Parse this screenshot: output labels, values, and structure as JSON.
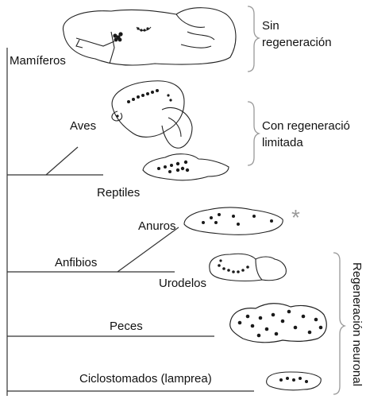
{
  "taxa": {
    "mamiferos": "Mamíferos",
    "aves": "Aves",
    "reptiles": "Reptiles",
    "anuros": "Anuros",
    "anfibios": "Anfibios",
    "urodelos": "Urodelos",
    "peces": "Peces",
    "ciclostomados": "Ciclostomados (lamprea)"
  },
  "categories": {
    "sin_line1": "Sin",
    "sin_line2": "regeneración",
    "limitada_line1": "Con regeneració",
    "limitada_line2": "limitada",
    "neuronal": "Regeneración neuronal"
  },
  "marker": "*",
  "colors": {
    "line": "#333333",
    "brace": "#999999",
    "star": "#9a9a9a",
    "dot": "#1a1a1a"
  }
}
